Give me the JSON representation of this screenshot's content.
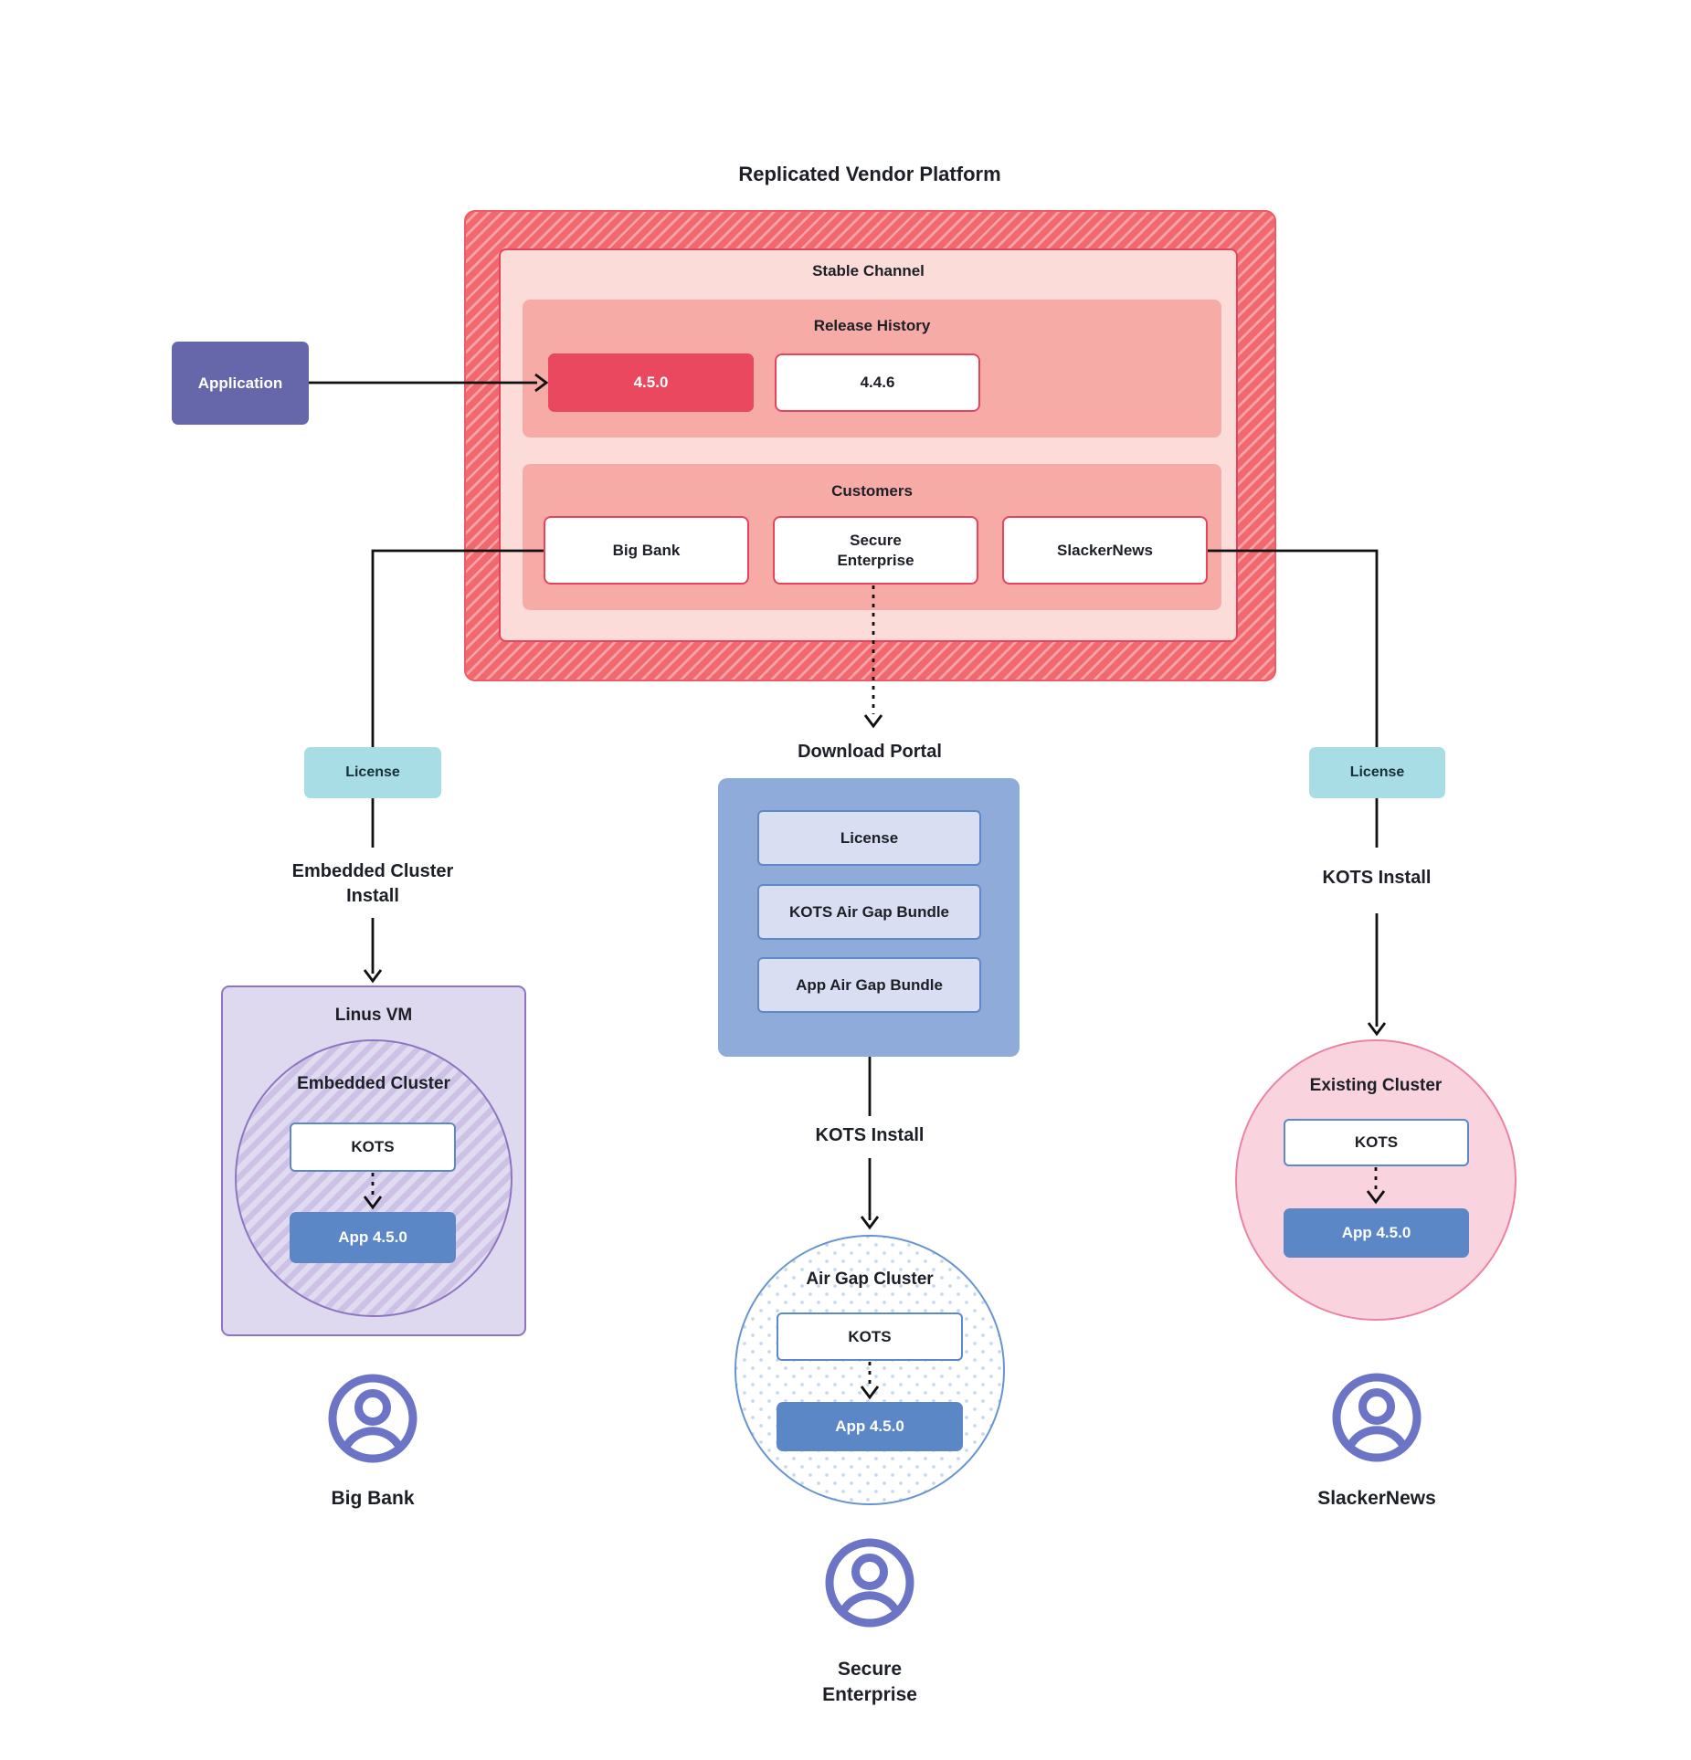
{
  "title": "Replicated Vendor Platform",
  "colors": {
    "hatch_red": "#f1696f",
    "hatch_red_light": "#f7a3a7",
    "stable_fill": "#fbdcd9",
    "crimson_border": "#e8435c",
    "section_salmon": "#f6aba7",
    "release_highlight_red": "#e9485f",
    "application_purple": "#6667ab",
    "license_teal": "#a9dde5",
    "portal_blue": "#8fabd9",
    "bundle_fill": "#d9def3",
    "kots_border_blue": "#5d89c9",
    "app_blue": "#5c87c7",
    "vm_purple_fill": "#ded9ee",
    "vm_purple_border": "#8e75c1",
    "existing_pink_fill": "#f9d3de",
    "existing_pink_border": "#ec82a2",
    "actor_purple": "#6b74c5"
  },
  "application": {
    "label": "Application"
  },
  "platform": {
    "stable_channel_label": "Stable Channel",
    "release_history": {
      "label": "Release History",
      "releases": [
        {
          "version": "4.5.0",
          "highlighted": true
        },
        {
          "version": "4.4.6",
          "highlighted": false
        }
      ]
    },
    "customers": {
      "label": "Customers",
      "items": [
        {
          "name": "Big Bank"
        },
        {
          "name": "Secure\nEnterprise"
        },
        {
          "name": "SlackerNews"
        }
      ]
    }
  },
  "left_flow": {
    "license_label": "License",
    "install_label": "Embedded Cluster\nInstall",
    "vm_title": "Linus VM",
    "cluster_label": "Embedded Cluster",
    "kots_label": "KOTS",
    "app_label": "App 4.5.0",
    "actor_name": "Big Bank"
  },
  "middle_flow": {
    "portal_title": "Download Portal",
    "portal_items": [
      {
        "label": "License"
      },
      {
        "label": "KOTS Air Gap Bundle"
      },
      {
        "label": "App Air Gap Bundle"
      }
    ],
    "install_label": "KOTS Install",
    "cluster_label": "Air Gap Cluster",
    "kots_label": "KOTS",
    "app_label": "App 4.5.0",
    "actor_name": "Secure\nEnterprise"
  },
  "right_flow": {
    "license_label": "License",
    "install_label": "KOTS Install",
    "cluster_label": "Existing Cluster",
    "kots_label": "KOTS",
    "app_label": "App 4.5.0",
    "actor_name": "SlackerNews"
  }
}
